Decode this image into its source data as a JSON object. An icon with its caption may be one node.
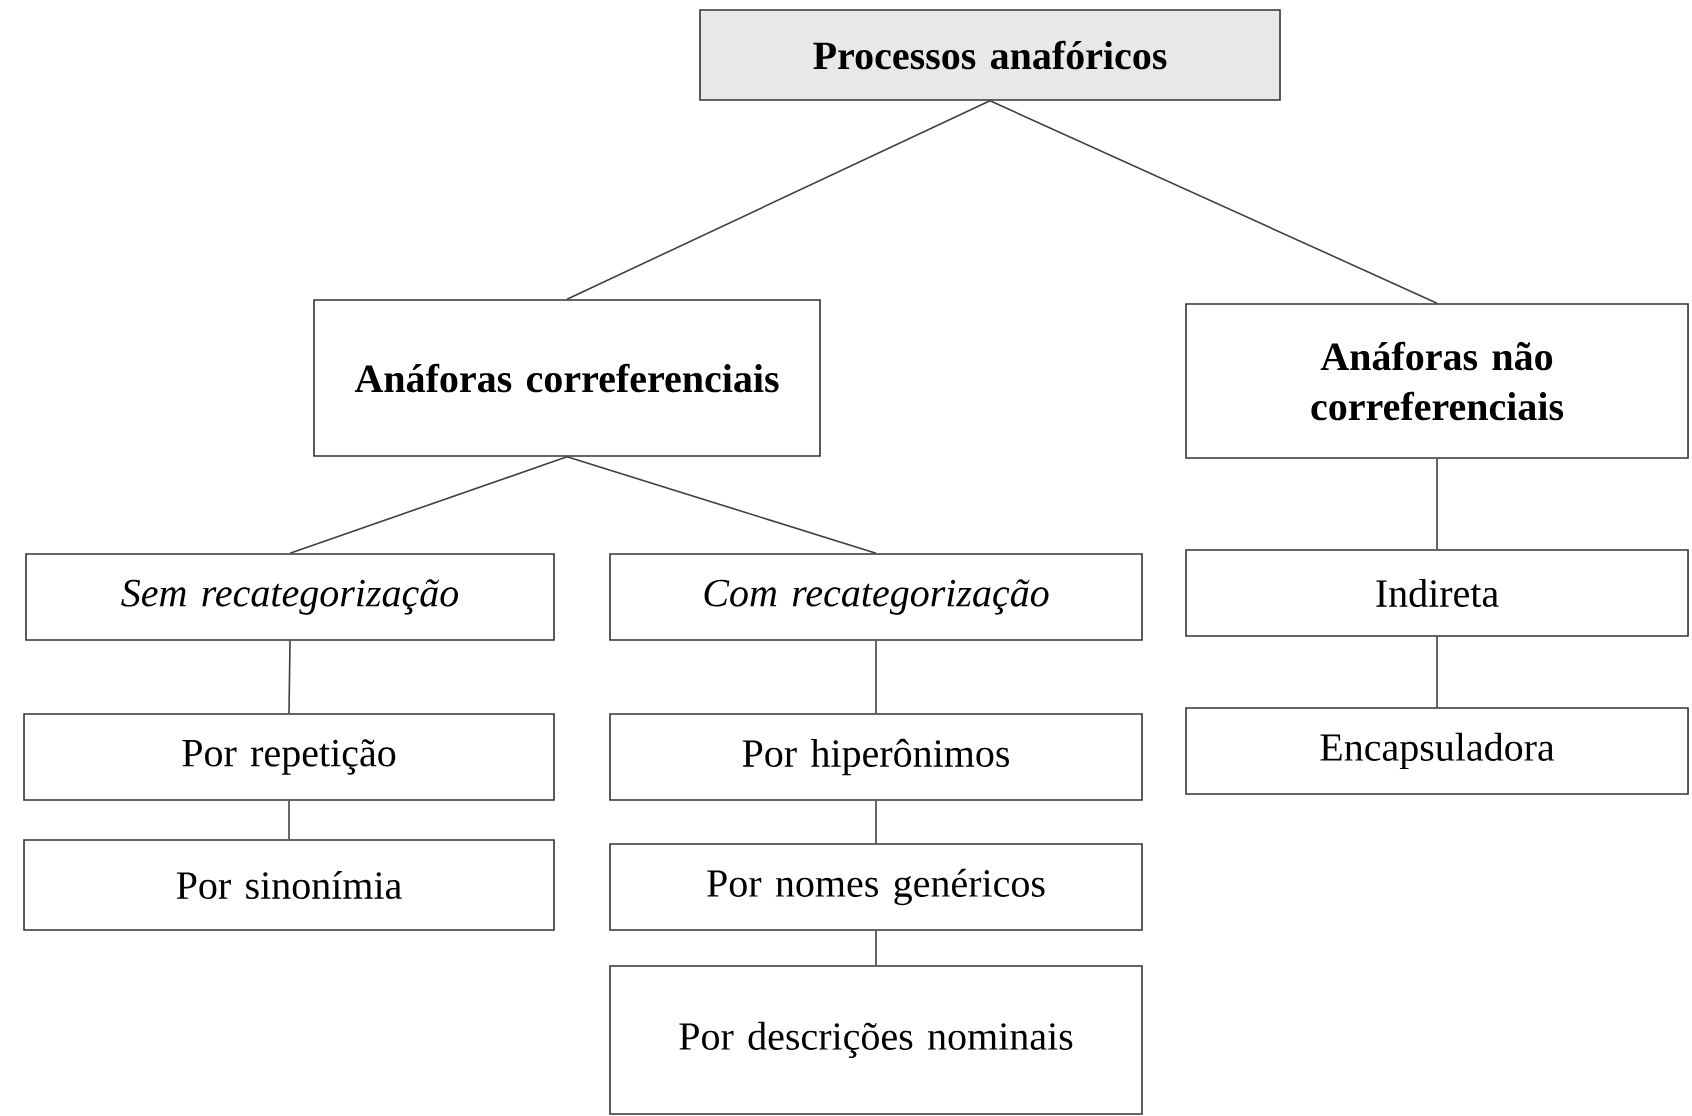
{
  "diagram": {
    "nodes": [
      {
        "text": [
          "Processos anafóricos"
        ]
      },
      {
        "text": [
          "Anáforas correferenciais"
        ]
      },
      {
        "text": [
          "Anáforas não correferenciais"
        ]
      },
      {
        "text": [
          "Sem recategorização"
        ]
      },
      {
        "text": [
          "Com recategorização"
        ]
      },
      {
        "text": [
          "Indireta"
        ]
      },
      {
        "text": [
          "Por repetição"
        ]
      },
      {
        "text": [
          "Por hiperônimos"
        ]
      },
      {
        "text": [
          "Encapsuladora"
        ]
      },
      {
        "text": [
          "Por sinonímia"
        ]
      },
      {
        "text": [
          "Por nomes genéricos"
        ]
      },
      {
        "text": [
          "Por descrições nominais"
        ]
      }
    ],
    "edges": [
      {
        "from": 0,
        "to": 1,
        "arrow": "none"
      },
      {
        "from": 0,
        "to": 2,
        "arrow": "none"
      },
      {
        "from": 1,
        "to": 3,
        "arrow": "none"
      },
      {
        "from": 1,
        "to": 4,
        "arrow": "none"
      },
      {
        "from": 2,
        "to": 5,
        "arrow": "none"
      },
      {
        "from": 3,
        "to": 6,
        "arrow": "none"
      },
      {
        "from": 6,
        "to": 9,
        "arrow": "none"
      },
      {
        "from": 4,
        "to": 7,
        "arrow": "none"
      },
      {
        "from": 7,
        "to": 10,
        "arrow": "none"
      },
      {
        "from": 10,
        "to": 11,
        "arrow": "none"
      },
      {
        "from": 5,
        "to": 8,
        "arrow": "none"
      }
    ]
  }
}
